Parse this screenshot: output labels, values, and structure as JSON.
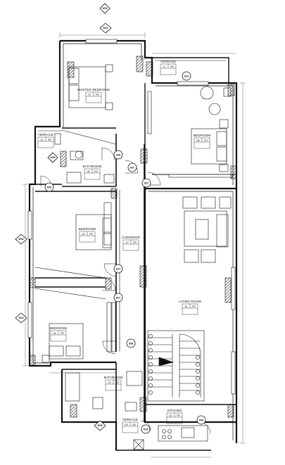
{
  "rooms": {
    "master_bedroom": {
      "name": "MASTER BEDROOM",
      "code": "07",
      "finish": "FR"
    },
    "terrace_top": {
      "name": "TERRACE",
      "code": "11",
      "finish": "ZR"
    },
    "bedroom_right": {
      "name": "BEDROOM",
      "code": "08",
      "finish": "FR"
    },
    "terrace_left": {
      "name": "TERRACE",
      "code": "10",
      "finish": "ZR"
    },
    "bathroom_upper": {
      "name": "BATHROOM",
      "code": "06",
      "finish": "FR"
    },
    "bedroom_middle": {
      "name": "BEDROOM",
      "code": "05",
      "finish": "FR"
    },
    "corridor": {
      "name": "CORRIDOR",
      "code": "12",
      "finish": "FR"
    },
    "living_room": {
      "name": "LIVING ROOM",
      "code": "01",
      "finish": "FR"
    },
    "bedroom_lower": {
      "name": "BEDROOM",
      "code": "04",
      "finish": "FR"
    },
    "bathroom_lower": {
      "name": "BATHROOM",
      "code": "03",
      "finish": "FR"
    },
    "kitchen": {
      "name": "KITCHEN",
      "code": "02",
      "finish": "FR"
    },
    "terrace_bottom": {
      "name": "TERRACE",
      "code": "09",
      "finish": "ZR"
    }
  },
  "markers": {
    "w01": "W01",
    "w02": "W02",
    "w03": "W03",
    "w04": "W04",
    "w05": "W05",
    "w06": "W06",
    "d16": "D16",
    "d08_a": "D08",
    "d07_a": "D07",
    "d09": "D09",
    "d07_b": "D07",
    "d07_c": "D07",
    "d07_d": "D07",
    "d08_b": "D08",
    "d15": "D15",
    "d06": "D06"
  }
}
